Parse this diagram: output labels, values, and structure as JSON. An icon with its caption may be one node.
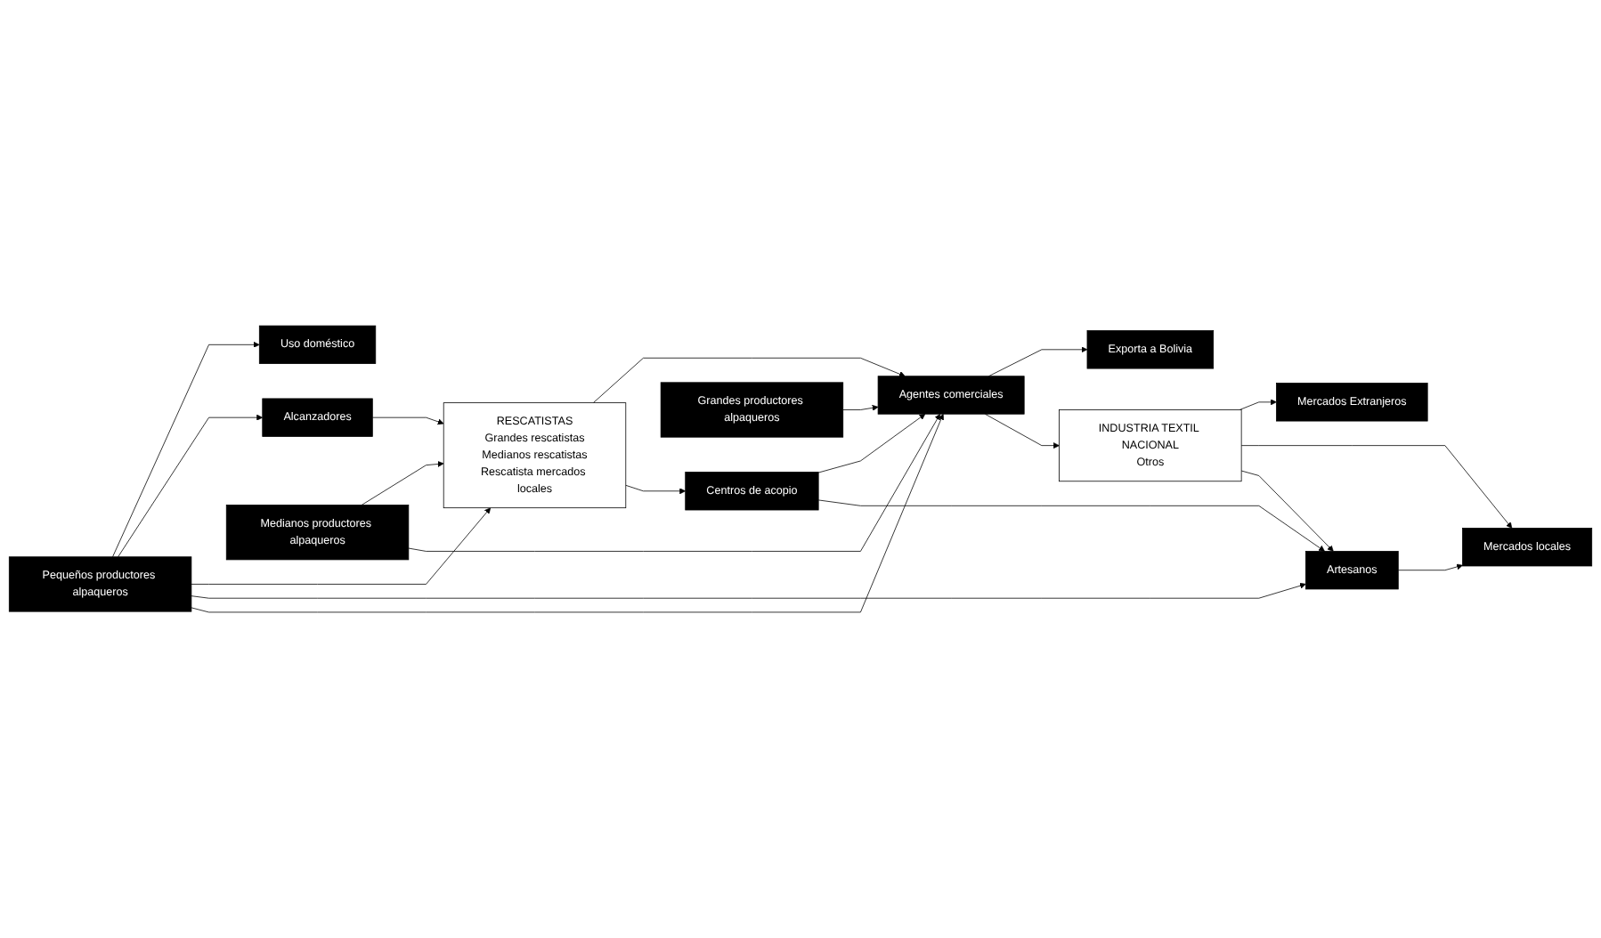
{
  "diagram": {
    "nodes": [
      {
        "text": [
          "Uso doméstico"
        ]
      },
      {
        "text": [
          "Alcanzadores"
        ]
      },
      {
        "text": [
          "Exporta a Bolivia"
        ]
      },
      {
        "text": [
          "Pequeños productores alpaqueros"
        ]
      },
      {
        "text": [
          "RESCATISTAS",
          "Grandes rescatistas",
          "Medianos rescatistas",
          "Rescatista mercados locales"
        ]
      },
      {
        "text": [
          "Agentes comerciales"
        ]
      },
      {
        "text": [
          "INDUSTRIA TEXTIL NACIONAL",
          "Otros"
        ]
      },
      {
        "text": [
          "Mercados Extranjeros"
        ]
      },
      {
        "text": [
          "Medianos productores alpaqueros"
        ]
      },
      {
        "text": [
          "Mercados locales"
        ]
      },
      {
        "text": [
          "Centros de acopio"
        ]
      },
      {
        "text": [
          "Grandes productores alpaqueros"
        ]
      },
      {
        "text": [
          "Artesanos"
        ]
      }
    ],
    "edges": [
      {
        "from": 3,
        "to": 0,
        "arrow": "to"
      },
      {
        "from": 3,
        "to": 1,
        "arrow": "to"
      },
      {
        "from": 1,
        "to": 4,
        "arrow": "to"
      },
      {
        "from": 3,
        "to": 4,
        "arrow": "to"
      },
      {
        "from": 8,
        "to": 4,
        "arrow": "to"
      },
      {
        "from": 4,
        "to": 5,
        "arrow": "to"
      },
      {
        "from": 5,
        "to": 2,
        "arrow": "to"
      },
      {
        "from": 5,
        "to": 6,
        "arrow": "to"
      },
      {
        "from": 6,
        "to": 7,
        "arrow": "to"
      },
      {
        "from": 6,
        "to": 9,
        "arrow": "to"
      },
      {
        "from": 6,
        "to": 12,
        "arrow": "to"
      },
      {
        "from": 4,
        "to": 10,
        "arrow": "to"
      },
      {
        "from": 10,
        "to": 5,
        "arrow": "to"
      },
      {
        "from": 10,
        "to": 12,
        "arrow": "to"
      },
      {
        "from": 3,
        "to": 12,
        "arrow": "to"
      },
      {
        "from": 3,
        "to": 5,
        "arrow": "to"
      },
      {
        "from": 8,
        "to": 5,
        "arrow": "to"
      },
      {
        "from": 11,
        "to": 5,
        "arrow": "to"
      },
      {
        "from": 12,
        "to": 9,
        "arrow": "to"
      }
    ]
  }
}
